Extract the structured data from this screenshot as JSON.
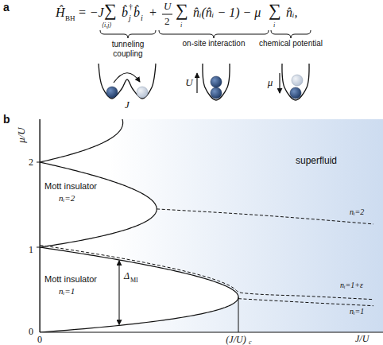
{
  "diagram": {
    "labels": [
      "a",
      "Ĥ",
      "BH",
      "= −J",
      "∑",
      "⟨i,j⟩",
      "b̂",
      "†",
      "j",
      "b̂",
      "i",
      "+",
      "U",
      "2",
      "∑",
      "i",
      "n̂ᵢ(n̂ᵢ − 1) − μ",
      "∑",
      "i",
      "n̂ᵢ,",
      "tunneling coupling",
      "on-site interaction",
      "chemical potential",
      "J",
      "U",
      "μ",
      "b",
      "μ/U",
      "2",
      "1",
      "0",
      "0",
      "(J/U)",
      "c",
      "J/U",
      "Mott insulator",
      "nᵢ=2",
      "Mott insulator",
      "nᵢ=1",
      "superfluid",
      "Δ",
      "MI",
      "nᵢ=2",
      "nᵢ=1+ε",
      "nᵢ=1"
    ]
  }
}
